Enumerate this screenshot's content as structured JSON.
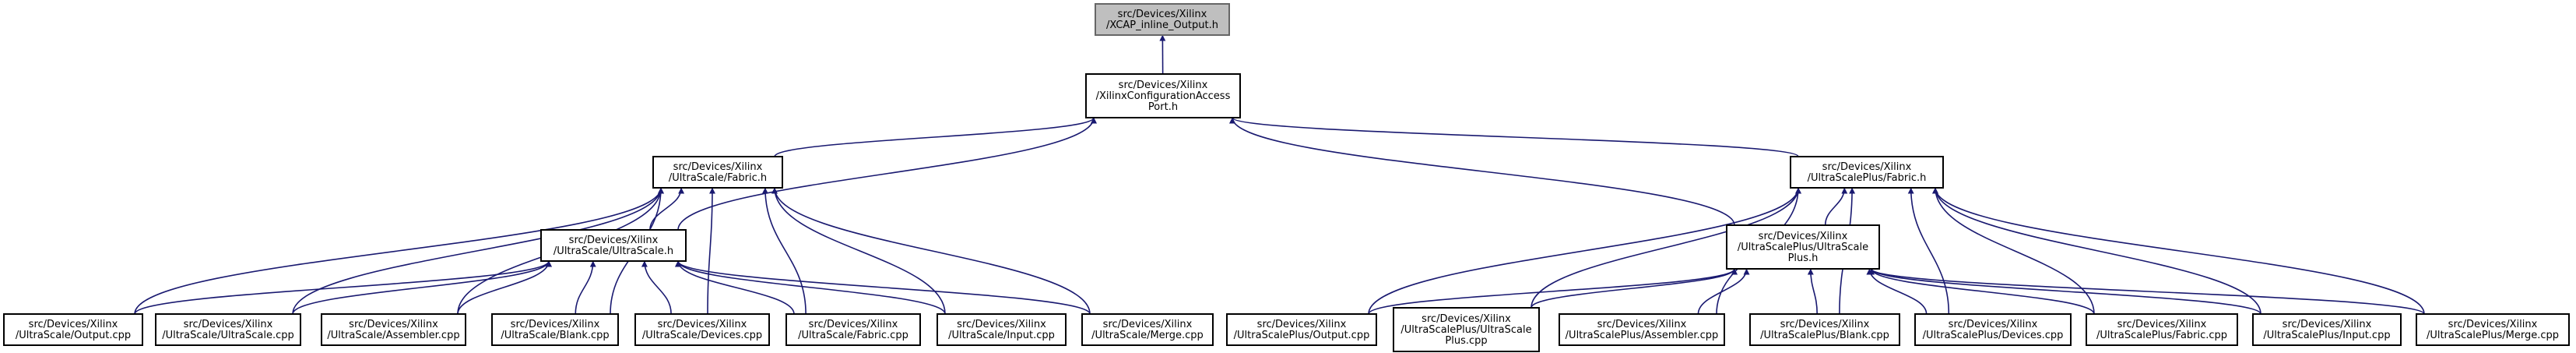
{
  "colors": {
    "edge": "#191970",
    "root_fill": "#bfbfbf",
    "node_fill": "#ffffff",
    "node_border": "#000000"
  },
  "nodes": [
    {
      "id": "xcap_inline_output",
      "lines": [
        "src/Devices/Xilinx",
        "/XCAP_inline_Output.h"
      ],
      "highlighted": true
    },
    {
      "id": "xilinx_cap",
      "lines": [
        "src/Devices/Xilinx",
        "/XilinxConfigurationAccess",
        "Port.h"
      ]
    },
    {
      "id": "us_fabric_h",
      "lines": [
        "src/Devices/Xilinx",
        "/UltraScale/Fabric.h"
      ]
    },
    {
      "id": "usp_fabric_h",
      "lines": [
        "src/Devices/Xilinx",
        "/UltraScalePlus/Fabric.h"
      ]
    },
    {
      "id": "us_ultrascale_h",
      "lines": [
        "src/Devices/Xilinx",
        "/UltraScale/UltraScale.h"
      ]
    },
    {
      "id": "usp_ultrascaleplus_h",
      "lines": [
        "src/Devices/Xilinx",
        "/UltraScalePlus/UltraScale",
        "Plus.h"
      ]
    },
    {
      "id": "us_output_cpp",
      "lines": [
        "src/Devices/Xilinx",
        "/UltraScale/Output.cpp"
      ]
    },
    {
      "id": "us_ultrascale_cpp",
      "lines": [
        "src/Devices/Xilinx",
        "/UltraScale/UltraScale.cpp"
      ]
    },
    {
      "id": "us_assembler_cpp",
      "lines": [
        "src/Devices/Xilinx",
        "/UltraScale/Assembler.cpp"
      ]
    },
    {
      "id": "us_blank_cpp",
      "lines": [
        "src/Devices/Xilinx",
        "/UltraScale/Blank.cpp"
      ]
    },
    {
      "id": "us_devices_cpp",
      "lines": [
        "src/Devices/Xilinx",
        "/UltraScale/Devices.cpp"
      ]
    },
    {
      "id": "us_fabric_cpp",
      "lines": [
        "src/Devices/Xilinx",
        "/UltraScale/Fabric.cpp"
      ]
    },
    {
      "id": "us_input_cpp",
      "lines": [
        "src/Devices/Xilinx",
        "/UltraScale/Input.cpp"
      ]
    },
    {
      "id": "us_merge_cpp",
      "lines": [
        "src/Devices/Xilinx",
        "/UltraScale/Merge.cpp"
      ]
    },
    {
      "id": "usp_output_cpp",
      "lines": [
        "src/Devices/Xilinx",
        "/UltraScalePlus/Output.cpp"
      ]
    },
    {
      "id": "usp_ultrascaleplus_cpp",
      "lines": [
        "src/Devices/Xilinx",
        "/UltraScalePlus/UltraScale",
        "Plus.cpp"
      ]
    },
    {
      "id": "usp_assembler_cpp",
      "lines": [
        "src/Devices/Xilinx",
        "/UltraScalePlus/Assembler.cpp"
      ]
    },
    {
      "id": "usp_blank_cpp",
      "lines": [
        "src/Devices/Xilinx",
        "/UltraScalePlus/Blank.cpp"
      ]
    },
    {
      "id": "usp_devices_cpp",
      "lines": [
        "src/Devices/Xilinx",
        "/UltraScalePlus/Devices.cpp"
      ]
    },
    {
      "id": "usp_fabric_cpp",
      "lines": [
        "src/Devices/Xilinx",
        "/UltraScalePlus/Fabric.cpp"
      ]
    },
    {
      "id": "usp_input_cpp",
      "lines": [
        "src/Devices/Xilinx",
        "/UltraScalePlus/Input.cpp"
      ]
    },
    {
      "id": "usp_merge_cpp",
      "lines": [
        "src/Devices/Xilinx",
        "/UltraScalePlus/Merge.cpp"
      ]
    }
  ],
  "edges": [
    {
      "from": "xilinx_cap",
      "to": "xcap_inline_output"
    },
    {
      "from": "us_fabric_h",
      "to": "xilinx_cap"
    },
    {
      "from": "usp_fabric_h",
      "to": "xilinx_cap"
    },
    {
      "from": "us_ultrascale_h",
      "to": "xilinx_cap"
    },
    {
      "from": "usp_ultrascaleplus_h",
      "to": "xilinx_cap"
    },
    {
      "from": "us_ultrascale_h",
      "to": "us_fabric_h"
    },
    {
      "from": "us_output_cpp",
      "to": "us_fabric_h"
    },
    {
      "from": "us_ultrascale_cpp",
      "to": "us_fabric_h"
    },
    {
      "from": "us_assembler_cpp",
      "to": "us_fabric_h"
    },
    {
      "from": "us_blank_cpp",
      "to": "us_fabric_h"
    },
    {
      "from": "us_devices_cpp",
      "to": "us_fabric_h"
    },
    {
      "from": "us_fabric_cpp",
      "to": "us_fabric_h"
    },
    {
      "from": "us_input_cpp",
      "to": "us_fabric_h"
    },
    {
      "from": "us_merge_cpp",
      "to": "us_fabric_h"
    },
    {
      "from": "us_output_cpp",
      "to": "us_ultrascale_h"
    },
    {
      "from": "us_ultrascale_cpp",
      "to": "us_ultrascale_h"
    },
    {
      "from": "us_assembler_cpp",
      "to": "us_ultrascale_h"
    },
    {
      "from": "us_blank_cpp",
      "to": "us_ultrascale_h"
    },
    {
      "from": "us_devices_cpp",
      "to": "us_ultrascale_h"
    },
    {
      "from": "us_fabric_cpp",
      "to": "us_ultrascale_h"
    },
    {
      "from": "us_input_cpp",
      "to": "us_ultrascale_h"
    },
    {
      "from": "us_merge_cpp",
      "to": "us_ultrascale_h"
    },
    {
      "from": "usp_ultrascaleplus_h",
      "to": "usp_fabric_h"
    },
    {
      "from": "usp_output_cpp",
      "to": "usp_fabric_h"
    },
    {
      "from": "usp_ultrascaleplus_cpp",
      "to": "usp_fabric_h"
    },
    {
      "from": "usp_assembler_cpp",
      "to": "usp_fabric_h"
    },
    {
      "from": "usp_blank_cpp",
      "to": "usp_fabric_h"
    },
    {
      "from": "usp_devices_cpp",
      "to": "usp_fabric_h"
    },
    {
      "from": "usp_fabric_cpp",
      "to": "usp_fabric_h"
    },
    {
      "from": "usp_input_cpp",
      "to": "usp_fabric_h"
    },
    {
      "from": "usp_merge_cpp",
      "to": "usp_fabric_h"
    },
    {
      "from": "usp_output_cpp",
      "to": "usp_ultrascaleplus_h"
    },
    {
      "from": "usp_ultrascaleplus_cpp",
      "to": "usp_ultrascaleplus_h"
    },
    {
      "from": "usp_assembler_cpp",
      "to": "usp_ultrascaleplus_h"
    },
    {
      "from": "usp_blank_cpp",
      "to": "usp_ultrascaleplus_h"
    },
    {
      "from": "usp_devices_cpp",
      "to": "usp_ultrascaleplus_h"
    },
    {
      "from": "usp_fabric_cpp",
      "to": "usp_ultrascaleplus_h"
    },
    {
      "from": "usp_input_cpp",
      "to": "usp_ultrascaleplus_h"
    },
    {
      "from": "usp_merge_cpp",
      "to": "usp_ultrascaleplus_h"
    }
  ]
}
